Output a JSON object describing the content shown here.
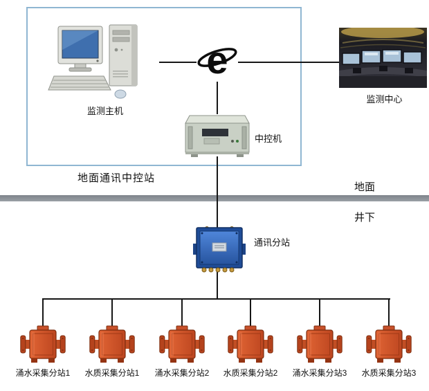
{
  "diagram": {
    "ground_box_label": "地面通讯中控站",
    "nodes": {
      "monitor_host": "监测主机",
      "monitor_center": "监测中心",
      "central_controller": "中控机",
      "comm_substation": "通讯分站"
    },
    "zones": {
      "surface": "地面",
      "underground": "井下"
    },
    "devices": [
      {
        "label": "涌水采集分站1"
      },
      {
        "label": "水质采集分站1"
      },
      {
        "label": "涌水采集分站2"
      },
      {
        "label": "水质采集分站2"
      },
      {
        "label": "涌水采集分站3"
      },
      {
        "label": "水质采集分站3"
      }
    ],
    "colors": {
      "box_border": "#8fb6d2",
      "divider_gray": "#8a8f94",
      "substation_blue": "#2c5fb0",
      "device_orange": "#d0512b",
      "line_black": "#161616"
    }
  }
}
